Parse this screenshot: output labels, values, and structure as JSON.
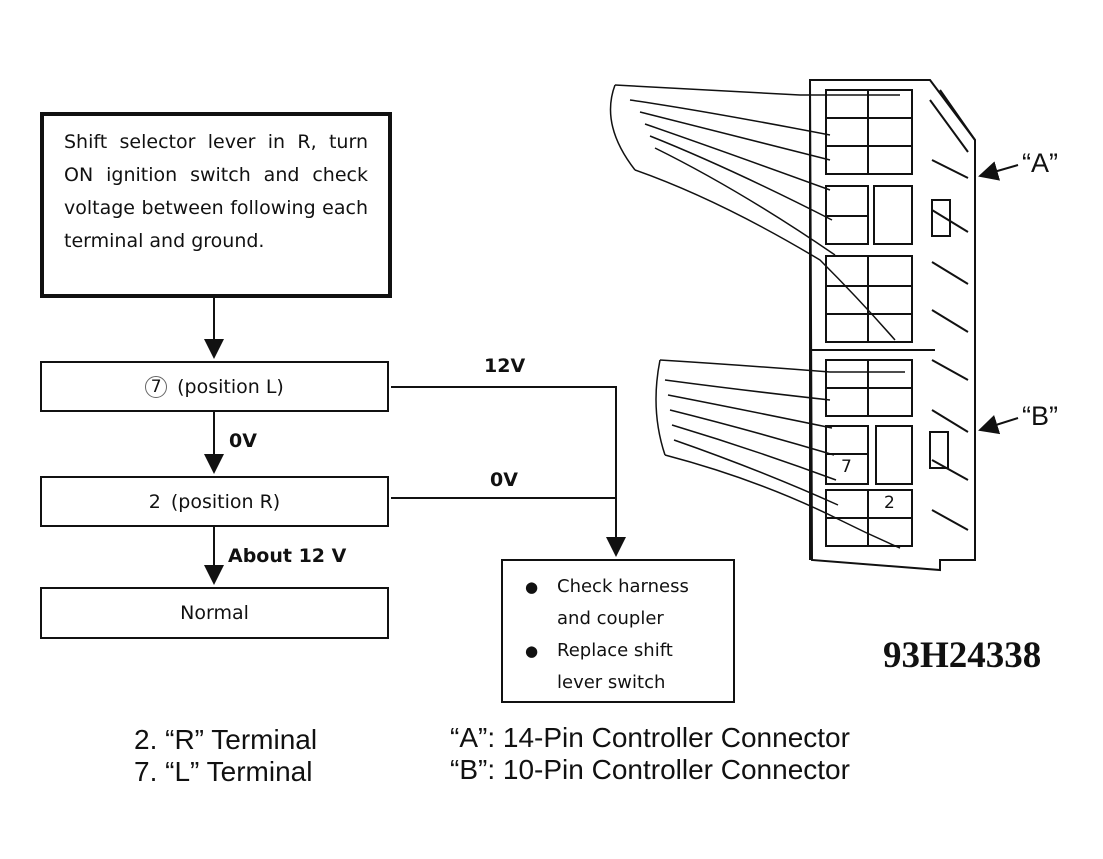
{
  "flow": {
    "start": "Shift selector lever in R, turn ON ignition switch and check voltage between following each terminal and ground.",
    "step1": {
      "num": "7",
      "text": "(position L)"
    },
    "step2": {
      "num": "2",
      "text": "(position R)"
    },
    "normal": "Normal",
    "edges": {
      "v12": "12V",
      "v0_down": "0V",
      "v0_right": "0V",
      "about12": "About 12 V"
    },
    "check_items": [
      "Check harness and coupler",
      "Replace shift lever switch"
    ]
  },
  "connector": {
    "label_a": "“A”",
    "label_b": "“B”",
    "pin7": "7",
    "pin2": "2"
  },
  "figure_code": "93H24338",
  "legend": {
    "left": [
      "2. “R” Terminal",
      "7. “L” Terminal"
    ],
    "right": [
      "“A”: 14-Pin Controller Connector",
      "“B”: 10-Pin Controller Connector"
    ]
  }
}
